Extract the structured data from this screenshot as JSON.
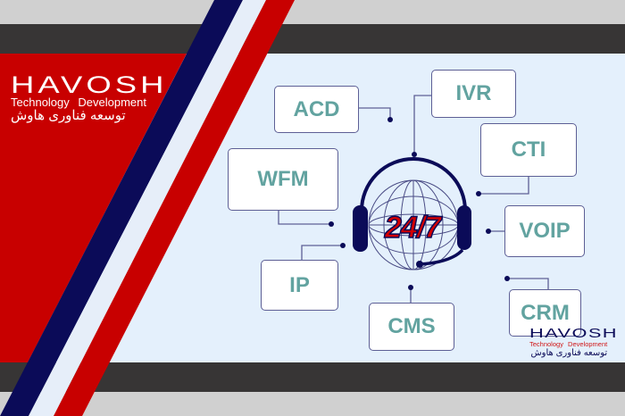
{
  "brand": {
    "name": "HAVOSH",
    "tagline": "Technology Development",
    "persian": "توسعه فناوری هاوش"
  },
  "center": {
    "label": "24/7",
    "icon": "headset-globe-icon"
  },
  "services": [
    {
      "label": "ACD"
    },
    {
      "label": "IVR"
    },
    {
      "label": "CTI"
    },
    {
      "label": "WFM"
    },
    {
      "label": "VOIP"
    },
    {
      "label": "IP"
    },
    {
      "label": "CMS"
    },
    {
      "label": "CRM"
    }
  ],
  "colors": {
    "red": "#c80000",
    "navy": "#0b0b58",
    "panel": "#e4f0fc",
    "text": "#62a3a0",
    "dark_band": "#373535",
    "light_band": "#d0d0d0"
  }
}
